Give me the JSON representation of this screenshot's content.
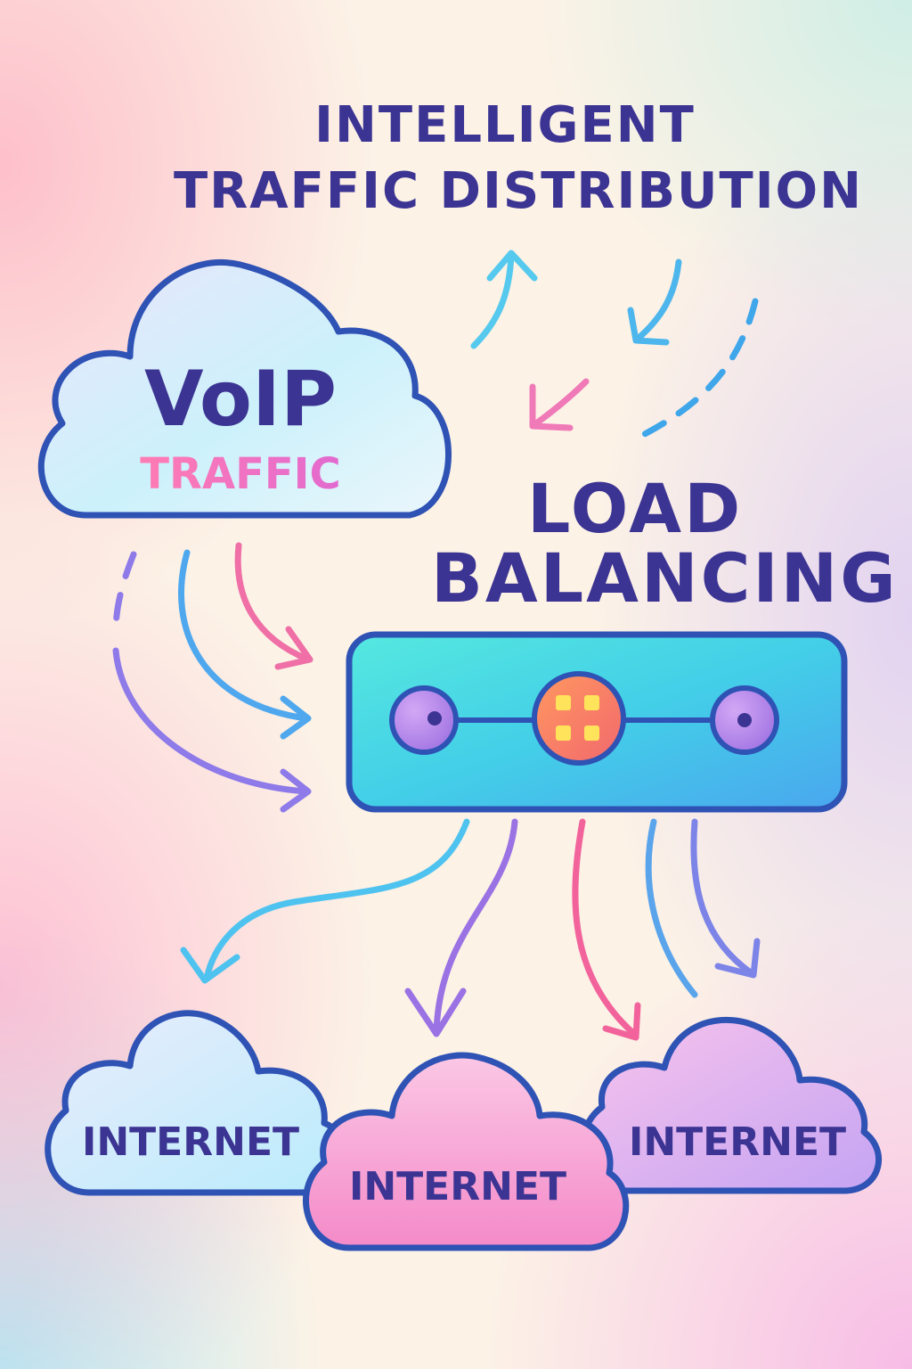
{
  "title": {
    "line1": "INTELLIGENT",
    "line2": "TRAFFIC DISTRIBUTION"
  },
  "source_cloud": {
    "main_label": "VoIP",
    "sub_label": "TRAFFIC"
  },
  "center_label": {
    "line1": "LOAD",
    "line2": "BALANCING"
  },
  "destination_clouds": [
    {
      "label": "INTERNET"
    },
    {
      "label": "INTERNET"
    },
    {
      "label": "INTERNET"
    }
  ],
  "colors": {
    "outline": "#2f52b5",
    "title_text": "#3c3493",
    "accent_pink": "#f26aa8",
    "accent_cyan": "#4fc3ef",
    "accent_purple": "#9b6fe0",
    "balancer_fill": "#43d9e4",
    "hub_fill": "#f5825e",
    "hub_dots": "#ffe35a"
  }
}
